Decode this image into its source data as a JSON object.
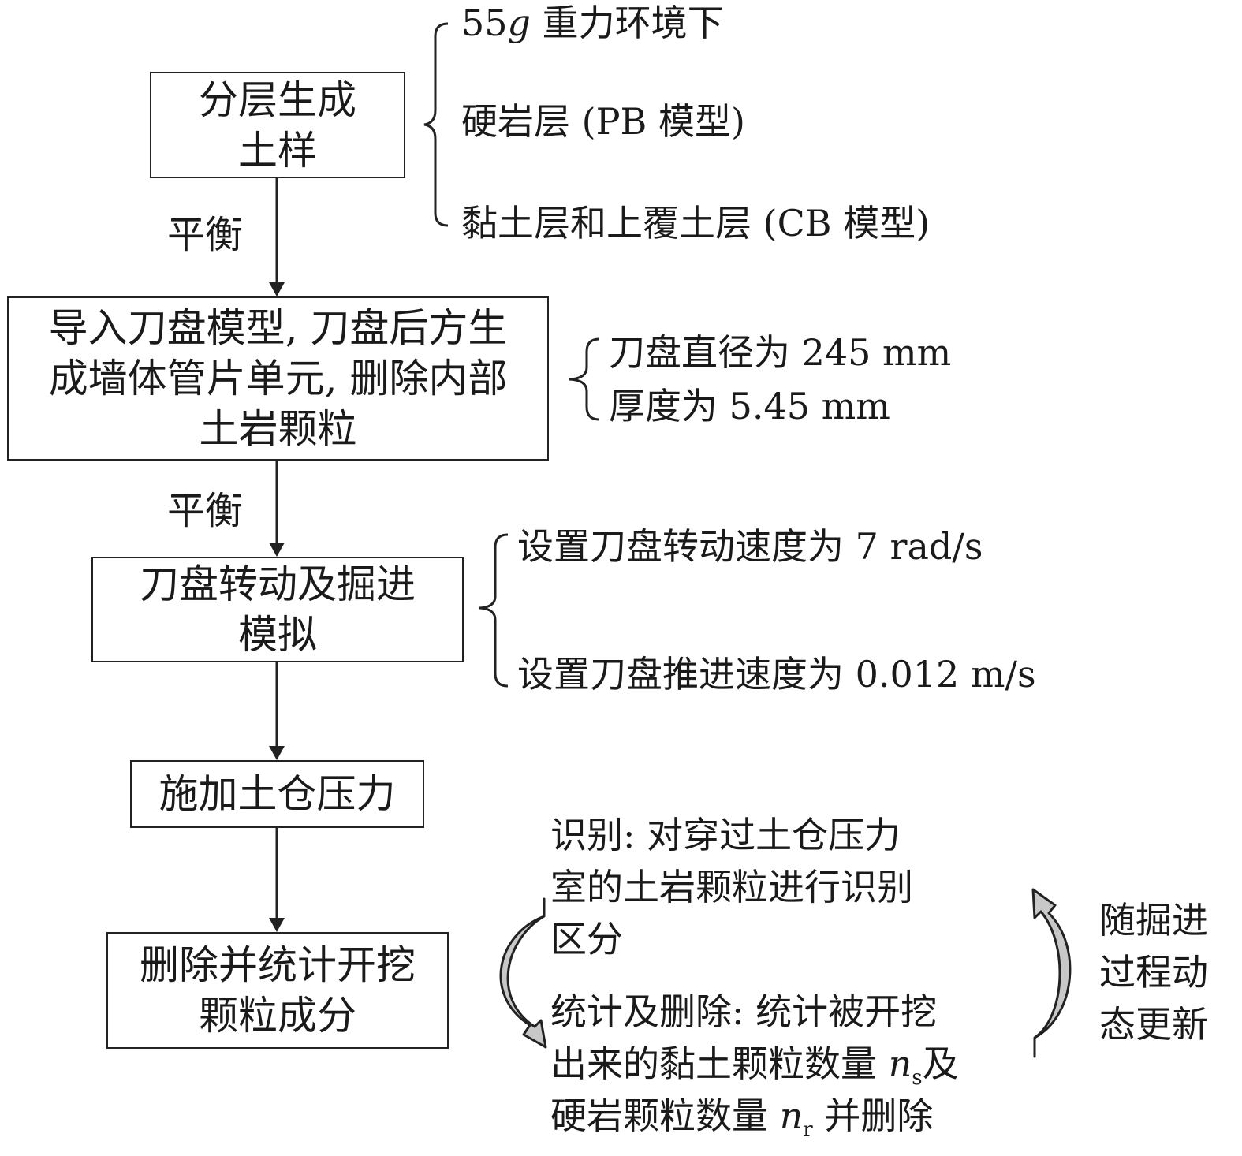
{
  "steps": [
    {
      "lines": [
        "分层生成",
        "土样"
      ]
    },
    {
      "lines": [
        "导入刀盘模型, 刀盘后方生",
        "成墙体管片单元, 删除内部",
        "土岩颗粒"
      ]
    },
    {
      "lines": [
        "刀盘转动及掘进",
        "模拟"
      ]
    },
    {
      "lines": [
        "施加土仓压力"
      ]
    },
    {
      "lines": [
        "删除并统计开挖",
        "颗粒成分"
      ]
    }
  ],
  "edge_labels": [
    "平衡",
    "平衡"
  ],
  "notes1": {
    "gravity_value": "55",
    "gravity_unit": "g",
    "gravity_rest": " 重力环境下",
    "hard_rock": "硬岩层 (PB 模型)",
    "clay": "黏土层和上覆土层 (CB 模型)"
  },
  "notes2": {
    "diameter": "刀盘直径为 245 mm",
    "thickness": "厚度为 5.45 mm"
  },
  "notes3": {
    "rotation": "设置刀盘转动速度为 7 rad/s",
    "advance": "设置刀盘推进速度为 0.012 m/s"
  },
  "loop": {
    "identify_lines": [
      "识别: 对穿过土仓压力",
      "室的土岩颗粒进行识别",
      "区分"
    ],
    "count_line1": "统计及删除: 统计被开挖",
    "count_line2_pre": "出来的黏土颗粒数量 ",
    "var_n": "n",
    "sub_s": "s",
    "count_line2_post": "及",
    "count_line3_pre": "硬岩颗粒数量 ",
    "sub_r": "r",
    "count_line3_post": " 并删除",
    "update_lines": [
      "随掘进",
      "过程动",
      "态更新"
    ]
  },
  "colors": {
    "arrow_fill": "#c8c8c8",
    "stroke": "#222222"
  }
}
